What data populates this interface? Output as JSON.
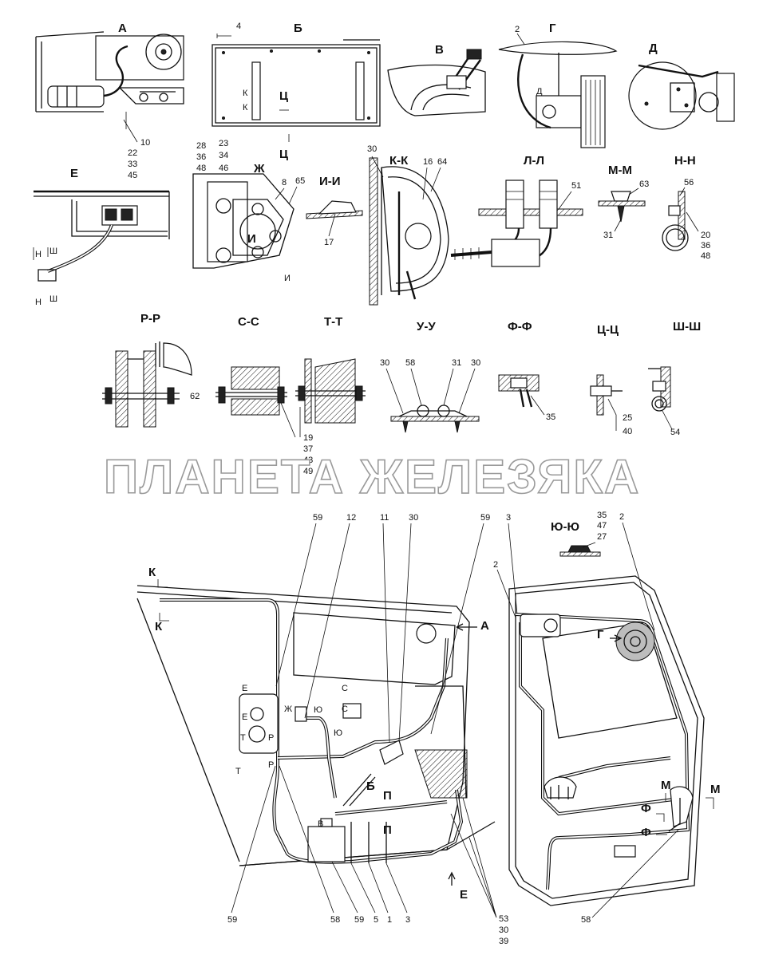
{
  "watermark": "ПЛАНЕТА ЖЕЛЕЗЯКА",
  "sections": {
    "A": "А",
    "B": "Б",
    "V": "В",
    "G": "Г",
    "D": "Д",
    "E": "Е",
    "ZH": "Ж",
    "II": "И-И",
    "KK": "К-К",
    "LL": "Л-Л",
    "MM": "М-М",
    "NN": "Н-Н",
    "RR": "Р-Р",
    "SS": "С-С",
    "TT": "Т-Т",
    "UU": "У-У",
    "FF": "Ф-Ф",
    "TSTS": "Ц-Ц",
    "SHSH": "Ш-Ш",
    "YUYU": "Ю-Ю"
  },
  "marks": {
    "K": "К",
    "TS": "Ц",
    "N": "Н",
    "SH": "Ш",
    "I": "И",
    "G": "Г",
    "M": "М",
    "F": "Ф",
    "A": "А",
    "B": "Б",
    "P": "П",
    "V": "В",
    "E": "Е",
    "ZH": "Ж",
    "S": "С",
    "YU": "Ю",
    "T": "Т",
    "R": "Р",
    "D": "Д"
  },
  "numbers": {
    "n1": "1",
    "n2": "2",
    "n3": "3",
    "n4": "4",
    "n5": "5",
    "n8": "8",
    "n10": "10",
    "n11": "11",
    "n12": "12",
    "n16": "16",
    "n17": "17",
    "n19": "19",
    "n20": "20",
    "n22": "22",
    "n23": "23",
    "n25": "25",
    "n27": "27",
    "n28": "28",
    "n30": "30",
    "n31": "31",
    "n33": "33",
    "n34": "34",
    "n35": "35",
    "n36": "36",
    "n37": "37",
    "n39": "39",
    "n40": "40",
    "n43": "43",
    "n45": "45",
    "n46": "46",
    "n47": "47",
    "n48": "48",
    "n49": "49",
    "n51": "51",
    "n53": "53",
    "n54": "54",
    "n56": "56",
    "n58": "58",
    "n59": "59",
    "n62": "62",
    "n63": "63",
    "n64": "64",
    "n65": "65"
  }
}
